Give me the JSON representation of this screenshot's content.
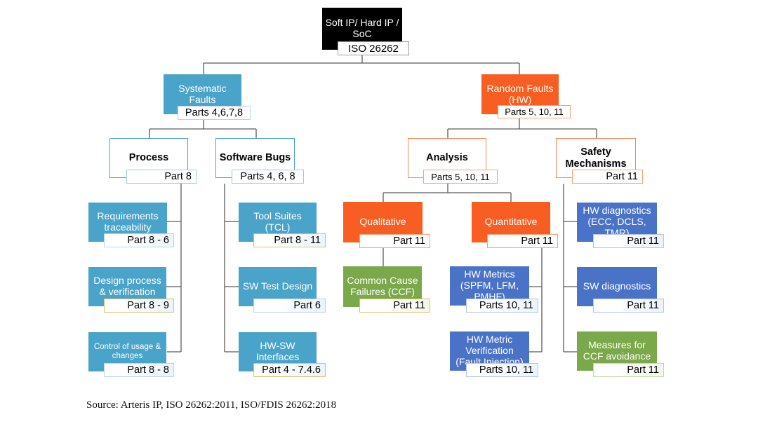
{
  "root": {
    "title": "Soft IP/ Hard IP / SoC",
    "label": "ISO 26262"
  },
  "systematic": {
    "title": "Systematic Faults",
    "label": "Parts 4,6,7,8",
    "process": {
      "title": "Process",
      "label": "Part 8",
      "items": [
        {
          "title": "Requirements traceability",
          "label": "Part 8 - 6"
        },
        {
          "title": "Design process & verification",
          "label": "Part 8 - 9"
        },
        {
          "title": "Control of usage & changes",
          "label": "Part 8 - 8"
        }
      ]
    },
    "software_bugs": {
      "title": "Software Bugs",
      "label": "Parts 4, 6, 8",
      "items": [
        {
          "title": "Tool Suites (TCL)",
          "label": "Part 8 - 11"
        },
        {
          "title": "SW Test Design",
          "label": "Part 6"
        },
        {
          "title": "HW-SW Interfaces",
          "label": "Part 4 - 7.4.6"
        }
      ]
    }
  },
  "random": {
    "title": "Random Faults (HW)",
    "label": "Parts 5, 10, 11",
    "analysis": {
      "title": "Analysis",
      "label": "Parts 5, 10, 11",
      "qualitative": {
        "title": "Qualitative",
        "label": "Part 11",
        "child": {
          "title": "Common Cause Failures (CCF)",
          "label": "Part 11"
        }
      },
      "quantitative": {
        "title": "Quantitative",
        "label": "Part 11",
        "items": [
          {
            "title": "HW Metrics (SPFM, LFM, PMHF)",
            "label": "Parts 10, 11"
          },
          {
            "title": "HW Metric Verification (Fault Injection)",
            "label": "Parts 10, 11"
          }
        ]
      }
    },
    "safety": {
      "title": "Safety Mechanisms",
      "label": "Part 11",
      "items": [
        {
          "title": "HW diagnostics (ECC, DCLS, TMR)",
          "label": "Part 11"
        },
        {
          "title": "SW diagnostics",
          "label": "Part 11"
        },
        {
          "title": "Measures for CCF avoidance",
          "label": "Part 11"
        }
      ]
    }
  },
  "source": "Source: Arteris IP, ISO 26262:2011, ISO/FDIS 26262:2018",
  "colors": {
    "black": "#000000",
    "teal_blue": "#4aa3c8",
    "orange": "#f85d22",
    "green": "#7aa84a",
    "royal_blue": "#4a73c8",
    "connector": "#555555"
  }
}
